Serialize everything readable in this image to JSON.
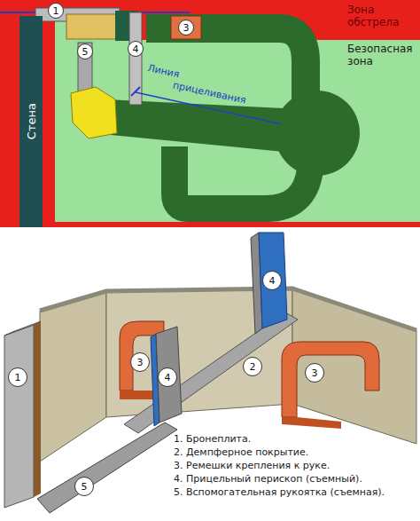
{
  "diagram": {
    "nodes": [
      {
        "text": [
          "1"
        ]
      },
      {
        "text": [
          "3"
        ]
      },
      {
        "text": [
          "Стена"
        ]
      },
      {
        "text": [
          "4"
        ]
      },
      {
        "text": [
          "5"
        ]
      },
      {
        "text": [
          "4"
        ]
      },
      {
        "text": [
          "3"
        ]
      },
      {
        "text": [
          "2"
        ]
      },
      {
        "text": [
          "3"
        ]
      },
      {
        "text": [
          "1"
        ]
      },
      {
        "text": [
          "4"
        ]
      },
      {
        "text": [
          "5"
        ]
      }
    ],
    "labels": [
      "Зона обстрела",
      "Безопасная зона",
      "Линия прицеливания",
      "1. Бронеплита.",
      "2. Демпферное покрытие.",
      "3. Ремешки крепления к руке.",
      "4. Прицельный перископ (съемный).",
      "5. Вспомогательная рукоятка (съемная)."
    ]
  }
}
